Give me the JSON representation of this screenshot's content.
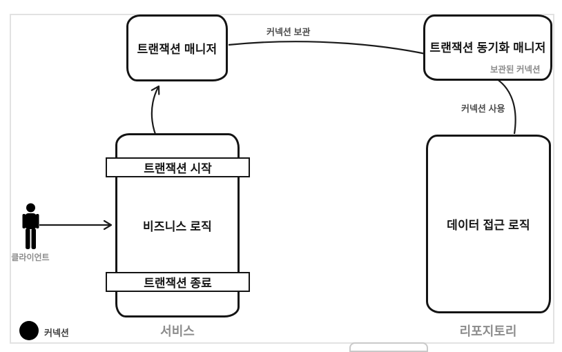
{
  "diagram": {
    "nodes": {
      "tx_manager": {
        "label": "트랜잭션 매니저"
      },
      "sync_manager": {
        "label": "트랜잭션 동기화 매니저",
        "stored_connection_label": "보관된 커넥션"
      },
      "service": {
        "section_label": "서비스",
        "tx_start": "트랜잭션 시작",
        "business_logic": "비즈니스 로직",
        "tx_end": "트랜잭션 종료"
      },
      "repository": {
        "section_label": "리포지토리",
        "data_access_logic": "데이터 접근 로직"
      },
      "client": {
        "label": "클라이언트"
      }
    },
    "edges": {
      "store_connection_label": "커넥션 보관",
      "use_connection_label": "커넥션 사용"
    },
    "legend": {
      "connection_label": "커넥션"
    },
    "colors": {
      "stroke": "#1a1a1a",
      "muted_label": "#8c8c8c",
      "edge_label": "#4d4d4d",
      "canvas_border": "#e2e2e2",
      "connection_dot": "#000000"
    }
  }
}
